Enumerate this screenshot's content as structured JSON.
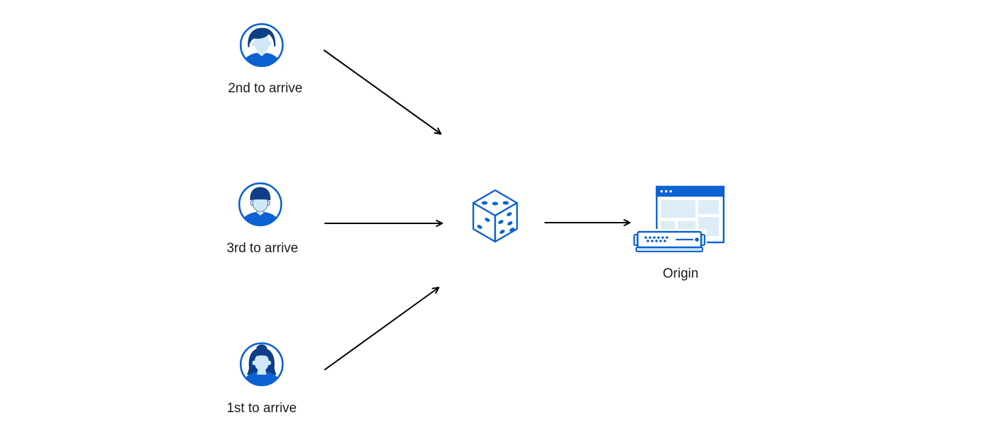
{
  "diagram": {
    "clients": [
      {
        "label": "2nd to arrive",
        "icon": "male-avatar-icon"
      },
      {
        "label": "3rd to arrive",
        "icon": "male-avatar-2-icon"
      },
      {
        "label": "1st to arrive",
        "icon": "female-avatar-icon"
      }
    ],
    "random_selector": {
      "icon": "dice-icon"
    },
    "origin": {
      "label": "Origin",
      "icon": "origin-server-icon"
    },
    "connections": [
      {
        "from": "2nd to arrive",
        "to": "dice"
      },
      {
        "from": "3rd to arrive",
        "to": "dice"
      },
      {
        "from": "1st to arrive",
        "to": "dice"
      },
      {
        "from": "dice",
        "to": "Origin"
      }
    ],
    "colors": {
      "primary_blue": "#0b62d2",
      "dark_blue": "#0e3f86",
      "light_blue": "#cfe7f7",
      "pale_blue": "#dcedf8",
      "arrow": "#000000",
      "text": "#1a1a1a"
    }
  }
}
